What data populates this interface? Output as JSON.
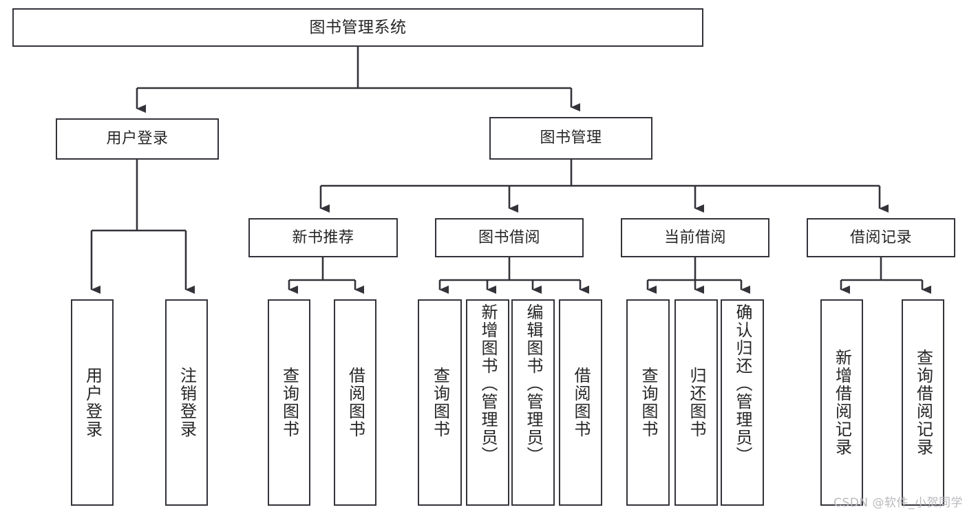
{
  "diagram": {
    "title": "图书管理系统",
    "type": "hierarchy-tree",
    "colors": {
      "stroke": "#33333a",
      "fill": "#ffffff",
      "text": "#262626",
      "watermark": "#b9b9bd"
    },
    "root": {
      "label": "图书管理系统"
    },
    "level2": [
      {
        "label": "用户登录"
      },
      {
        "label": "图书管理"
      }
    ],
    "level3": [
      {
        "label": "新书推荐"
      },
      {
        "label": "图书借阅"
      },
      {
        "label": "当前借阅"
      },
      {
        "label": "借阅记录"
      }
    ],
    "leaves": {
      "user_login": [
        {
          "label": "用户登录"
        },
        {
          "label": "注销登录"
        }
      ],
      "new_book_recommend": [
        {
          "label": "查询图书"
        },
        {
          "label": "借阅图书"
        }
      ],
      "book_borrow": [
        {
          "label": "查询图书"
        },
        {
          "label": "新增图书（管理员）"
        },
        {
          "label": "编辑图书（管理员）"
        },
        {
          "label": "借阅图书"
        }
      ],
      "current_borrow": [
        {
          "label": "查询图书"
        },
        {
          "label": "归还图书"
        },
        {
          "label": "确认归还（管理员）"
        }
      ],
      "borrow_record": [
        {
          "label": "新增借阅记录"
        },
        {
          "label": "查询借阅记录"
        }
      ]
    }
  },
  "watermark": {
    "text": "CSDN @软件_小贺同学"
  }
}
